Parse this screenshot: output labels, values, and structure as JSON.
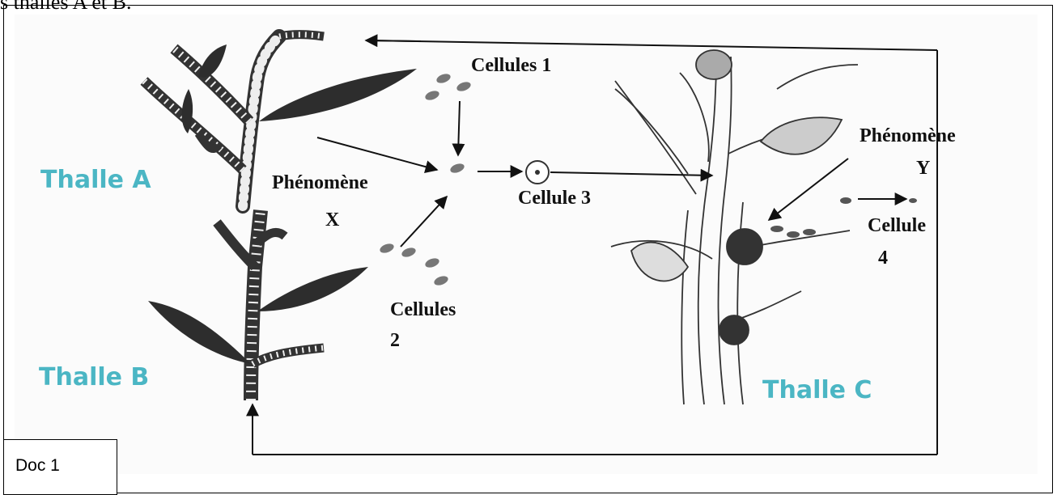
{
  "header": {
    "top_text": "s thalles A et B."
  },
  "labels": {
    "cellules1": "Cellules 1",
    "phenomene_x_line1": "Phénomène",
    "phenomene_x_line2": "X",
    "cellule3": "Cellule 3",
    "cellules2_line1": "Cellules",
    "cellules2_line2": "2",
    "phenomene_y_line1": "Phénomène",
    "phenomene_y_line2": "Y",
    "cellule4_line1": "Cellule",
    "cellule4_line2": "4",
    "thalle_a": "Thalle A",
    "thalle_b": "Thalle B",
    "thalle_c": "Thalle C"
  },
  "doc_label": "Doc 1",
  "colors": {
    "thalle_label": "#4bb6c4",
    "ink": "#111111"
  }
}
